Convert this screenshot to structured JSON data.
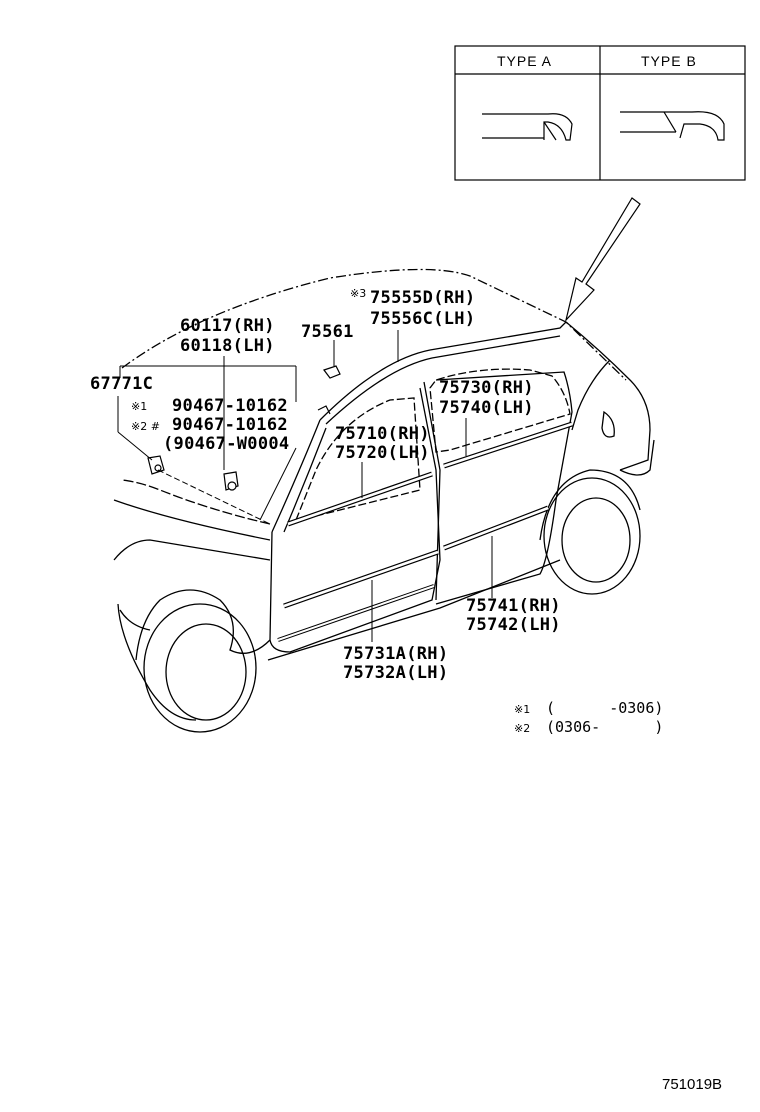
{
  "type_box": {
    "type_a": "TYPE A",
    "type_b": "TYPE B"
  },
  "parts": {
    "p75555": "75555D(RH)",
    "p75556": "75556C(LH)",
    "p60117": "60117(RH)",
    "p60118": "60118(LH)",
    "p75561": "75561",
    "p67771": "67771C",
    "p90467_1": "90467-10162",
    "p90467_2": "90467-10162",
    "p90467_3": "(90467-W0004",
    "p75730": "75730(RH)",
    "p75740": "75740(LH)",
    "p75710": "75710(RH)",
    "p75720": "75720(LH)",
    "p75741": "75741(RH)",
    "p75742": "75742(LH)",
    "p75731": "75731A(RH)",
    "p75732": "75732A(LH)"
  },
  "marks": {
    "m3": "※3",
    "m1": "※1",
    "m2": "※2 #"
  },
  "footnotes": {
    "n1_mark": "※1",
    "n1_text": "(      -0306)",
    "n2_mark": "※2",
    "n2_text": "(0306-      )"
  },
  "diagram_number": "751019B"
}
